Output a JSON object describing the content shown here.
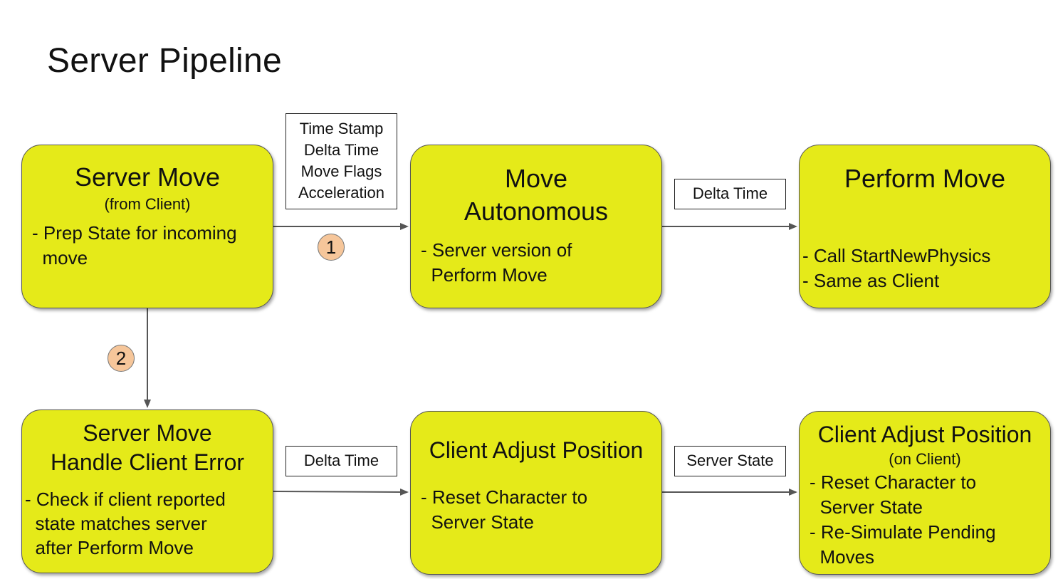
{
  "title": "Server Pipeline",
  "colors": {
    "box_fill": "#e5ea19",
    "badge_fill": "#f6c69a",
    "arrow": "#555555"
  },
  "nodes": {
    "server_move": {
      "title": "Server Move",
      "subtitle": "(from Client)",
      "lines": [
        "- Prep State for incoming",
        "  move"
      ]
    },
    "move_autonomous": {
      "title_lines": [
        "Move",
        "Autonomous"
      ],
      "lines": [
        "- Server version of",
        "  Perform Move"
      ]
    },
    "perform_move": {
      "title": "Perform Move",
      "lines": [
        "- Call StartNewPhysics",
        "- Same as Client"
      ]
    },
    "handle_client_error": {
      "title_lines": [
        "Server Move",
        "Handle Client Error"
      ],
      "lines": [
        "- Check if client reported",
        "  state matches server",
        "  after Perform Move"
      ]
    },
    "client_adjust_server": {
      "title": "Client Adjust Position",
      "lines": [
        "- Reset Character to",
        "  Server State"
      ]
    },
    "client_adjust_client": {
      "title": "Client Adjust Position",
      "subtitle": "(on Client)",
      "lines": [
        "- Reset Character to",
        "  Server State",
        "- Re-Simulate Pending",
        "  Moves"
      ]
    }
  },
  "edge_labels": {
    "move_data": [
      "Time Stamp",
      "Delta Time",
      "Move Flags",
      "Acceleration"
    ],
    "delta_time_top": "Delta Time",
    "delta_time_bottom": "Delta Time",
    "server_state": "Server State"
  },
  "badges": [
    "1",
    "2"
  ]
}
